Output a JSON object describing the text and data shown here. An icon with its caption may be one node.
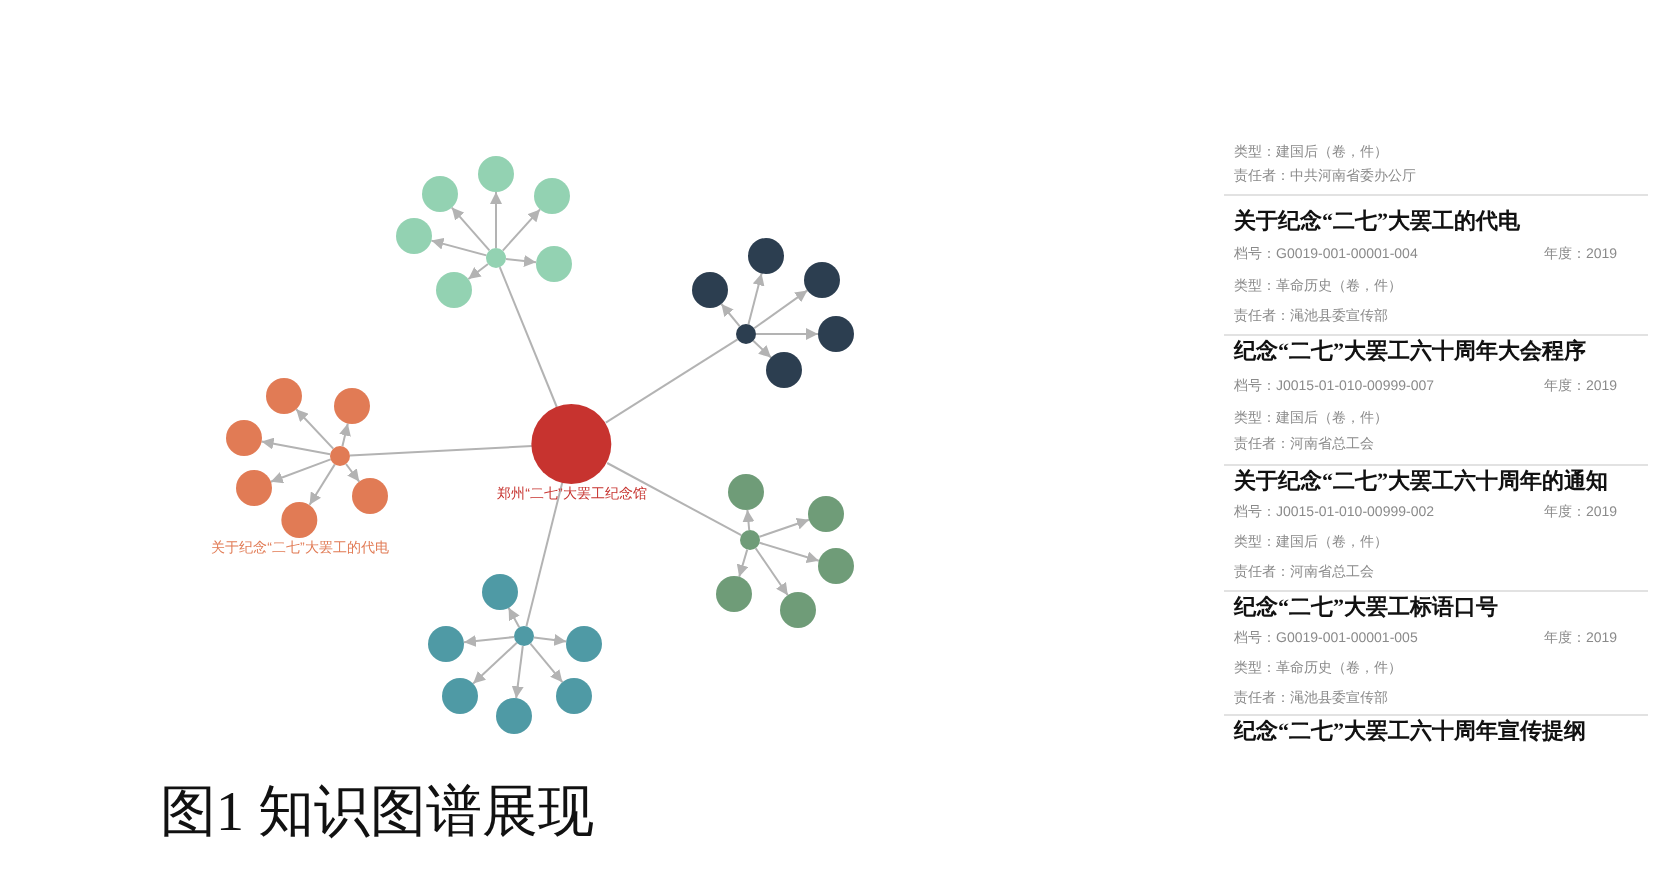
{
  "diagram": {
    "caption": "图1 知识图谱展现",
    "nodes": [
      {
        "text": [
          "郑州“二七”大罢工纪念馆"
        ]
      },
      {
        "text": [],
        "shape": "circle"
      },
      {
        "text": [],
        "shape": "circle"
      },
      {
        "text": [],
        "shape": "circle"
      },
      {
        "text": [],
        "shape": "circle"
      },
      {
        "text": [],
        "shape": "circle"
      },
      {
        "text": [],
        "shape": "circle"
      },
      {
        "text": [],
        "shape": "circle"
      },
      {
        "text": [],
        "shape": "circle"
      },
      {
        "text": [],
        "shape": "circle"
      },
      {
        "text": [],
        "shape": "circle"
      },
      {
        "text": [],
        "shape": "circle"
      },
      {
        "text": [],
        "shape": "circle"
      },
      {
        "text": [],
        "shape": "circle"
      },
      {
        "text": [],
        "shape": "circle"
      },
      {
        "text": [],
        "shape": "circle"
      },
      {
        "text": [],
        "shape": "circle"
      },
      {
        "text": [],
        "shape": "circle"
      },
      {
        "text": [],
        "shape": "circle"
      },
      {
        "text": [],
        "shape": "circle"
      },
      {
        "text": [
          "关于纪念“二七”大罢工的代电"
        ]
      },
      {
        "text": [],
        "shape": "circle"
      },
      {
        "text": [],
        "shape": "circle"
      },
      {
        "text": [],
        "shape": "circle"
      },
      {
        "text": [],
        "shape": "circle"
      },
      {
        "text": [],
        "shape": "circle"
      },
      {
        "text": [],
        "shape": "circle"
      },
      {
        "text": [],
        "shape": "circle"
      },
      {
        "text": [],
        "shape": "circle"
      },
      {
        "text": [],
        "shape": "circle"
      },
      {
        "text": [],
        "shape": "circle"
      },
      {
        "text": [],
        "shape": "circle"
      },
      {
        "text": [],
        "shape": "circle"
      },
      {
        "text": [],
        "shape": "circle"
      }
    ],
    "edges": [
      {
        "from": 0,
        "to": 1,
        "arrow": "none"
      },
      {
        "from": 0,
        "to": 8,
        "arrow": "none"
      },
      {
        "from": 0,
        "to": 14,
        "arrow": "none"
      },
      {
        "from": 0,
        "to": 21,
        "arrow": "none"
      },
      {
        "from": 0,
        "to": 27,
        "arrow": "none"
      },
      {
        "from": 1,
        "to": 2,
        "arrow": "to"
      },
      {
        "from": 1,
        "to": 3,
        "arrow": "to"
      },
      {
        "from": 1,
        "to": 4,
        "arrow": "to"
      },
      {
        "from": 1,
        "to": 5,
        "arrow": "to"
      },
      {
        "from": 1,
        "to": 6,
        "arrow": "to"
      },
      {
        "from": 1,
        "to": 7,
        "arrow": "to"
      },
      {
        "from": 8,
        "to": 9,
        "arrow": "to"
      },
      {
        "from": 8,
        "to": 10,
        "arrow": "to"
      },
      {
        "from": 8,
        "to": 11,
        "arrow": "to"
      },
      {
        "from": 8,
        "to": 12,
        "arrow": "to"
      },
      {
        "from": 8,
        "to": 13,
        "arrow": "to"
      },
      {
        "from": 14,
        "to": 15,
        "arrow": "to"
      },
      {
        "from": 14,
        "to": 16,
        "arrow": "to"
      },
      {
        "from": 14,
        "to": 17,
        "arrow": "to"
      },
      {
        "from": 14,
        "to": 18,
        "arrow": "to"
      },
      {
        "from": 14,
        "to": 19,
        "arrow": "to"
      },
      {
        "from": 14,
        "to": 20,
        "arrow": "to"
      },
      {
        "from": 21,
        "to": 22,
        "arrow": "to"
      },
      {
        "from": 21,
        "to": 23,
        "arrow": "to"
      },
      {
        "from": 21,
        "to": 24,
        "arrow": "to"
      },
      {
        "from": 21,
        "to": 25,
        "arrow": "to"
      },
      {
        "from": 21,
        "to": 26,
        "arrow": "to"
      },
      {
        "from": 27,
        "to": 28,
        "arrow": "to"
      },
      {
        "from": 27,
        "to": 29,
        "arrow": "to"
      },
      {
        "from": 27,
        "to": 30,
        "arrow": "to"
      },
      {
        "from": 27,
        "to": 31,
        "arrow": "to"
      },
      {
        "from": 27,
        "to": 32,
        "arrow": "to"
      },
      {
        "from": 27,
        "to": 33,
        "arrow": "to"
      }
    ],
    "labels": [
      "类型：建国后（卷，件）",
      "责任者：中共河南省委办公厅",
      "关于纪念“二七”大罢工的代电",
      "档号：G0019-001-00001-004",
      "年度：2019",
      "类型：革命历史（卷，件）",
      "责任者：渑池县委宣传部",
      "纪念“二七”大罢工六十周年大会程序",
      "档号：J0015-01-010-00999-007",
      "年度：2019",
      "类型：建国后（卷，件）",
      "责任者：河南省总工会",
      "关于纪念“二七”大罢工六十周年的通知",
      "档号：J0015-01-010-00999-002",
      "年度：2019",
      "类型：建国后（卷，件）",
      "责任者：河南省总工会",
      "纪念“二七”大罢工标语口号",
      "档号：G0019-001-00001-005",
      "年度：2019",
      "类型：革命历史（卷，件）",
      "责任者：渑池县委宣传部",
      "纪念“二七”大罢工六十周年宣传提纲"
    ]
  }
}
